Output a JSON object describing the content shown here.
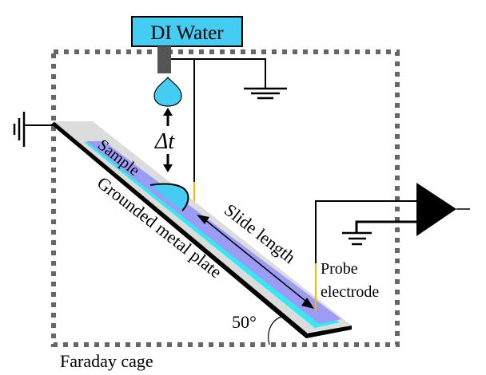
{
  "diagram": {
    "water_source_label": "DI Water",
    "delta_t_label": "Δt",
    "sample_label": "Sample",
    "plate_label": "Grounded metal plate",
    "slide_length_label": "Slide length",
    "probe_label_line1": "Probe",
    "probe_label_line2": "electrode",
    "angle_label": "50°",
    "cage_label": "Faraday cage",
    "tilt_angle_deg": 50
  },
  "colors": {
    "water": "#44ccf2",
    "sample": "#9d9cf4",
    "cyan_layer": "#33eaf2",
    "plate_top": "#dcdcdc",
    "plate_edge": "#000000",
    "probe": "#f5b800",
    "cage": "#666666",
    "nozzle": "#555555"
  }
}
